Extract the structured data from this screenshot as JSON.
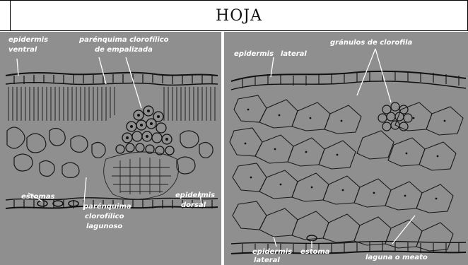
{
  "header": {
    "title": "HOJA"
  },
  "left_panel": {
    "labels": {
      "epidermis_ventral_1": "epidermis",
      "epidermis_ventral_2": "ventral",
      "parenquima_empal_1": "parénquima clorofílico",
      "parenquima_empal_2": "de empalizada",
      "estomas": "estomas",
      "parenquima_lag_1": "parénquima",
      "parenquima_lag_2": "clorofílico",
      "parenquima_lag_3": "lagunoso",
      "epidermis_dorsal_1": "epidermis",
      "epidermis_dorsal_2": "dorsal"
    }
  },
  "right_panel": {
    "labels": {
      "epidermis_lateral_top_1": "epidermis",
      "epidermis_lateral_top_2": "lateral",
      "granulos": "gránulos de clorofila",
      "epidermis_lateral_bot_1": "epidermis",
      "epidermis_lateral_bot_2": "lateral",
      "estoma": "estoma",
      "laguna": "laguna o meato"
    }
  }
}
